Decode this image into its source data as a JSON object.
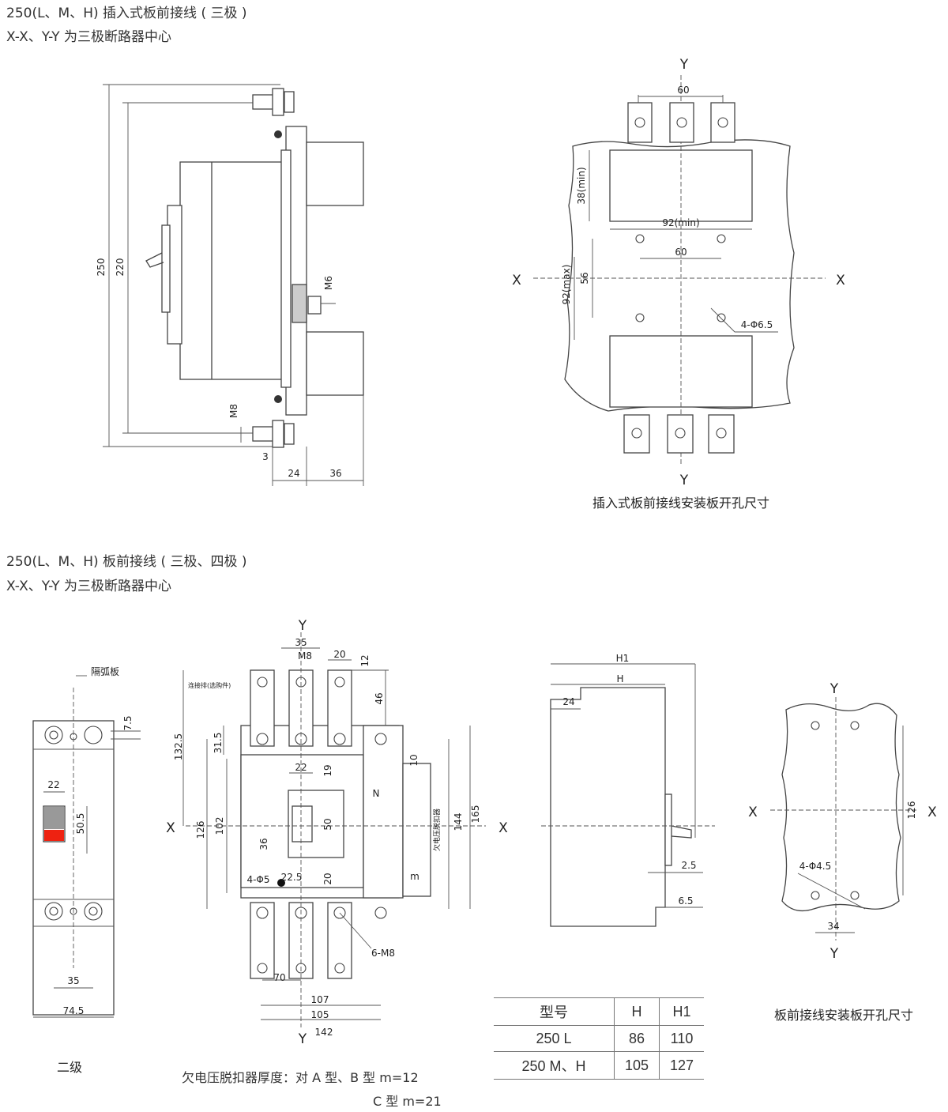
{
  "headers": {
    "top_title": "250(L、M、H) 插入式板前接线 ( 三极 )",
    "top_subtitle": "X-X、Y-Y 为三极断路器中心",
    "mid_title": "250(L、M、H) 板前接线 ( 三极、四极 )",
    "mid_subtitle": "X-X、Y-Y 为三极断路器中心"
  },
  "side_view_plugin": {
    "dims": [
      "250",
      "220",
      "M6",
      "M8",
      "3",
      "24",
      "36"
    ]
  },
  "plugin_panel_cutout": {
    "axis_x": "X",
    "axis_y": "Y",
    "dims": [
      "60",
      "38(min)",
      "92(min)",
      "60",
      "56",
      "92(max)",
      "4-Φ6.5"
    ],
    "caption": "插入式板前接线安装板开孔尺寸"
  },
  "two_pole": {
    "label_arc_plate": "隔弧板",
    "dims": [
      "7.5",
      "22",
      "50.5",
      "35",
      "74.5"
    ],
    "caption": "二级"
  },
  "front_view": {
    "axis_x": "X",
    "axis_y": "Y",
    "label_connector": "连接排(选购件)",
    "label_undervoltage": "欠电压脱扣器",
    "label_n": "N",
    "dims": [
      "35",
      "M8",
      "20",
      "12",
      "46",
      "132.5",
      "31.5",
      "22",
      "19",
      "10",
      "126",
      "102",
      "36",
      "50",
      "144",
      "165",
      "4-Φ5",
      "22.5",
      "20",
      "m",
      "6-M8",
      "70",
      "107",
      "105",
      "142"
    ]
  },
  "side_view_front": {
    "dims": [
      "H1",
      "H",
      "24",
      "2.5",
      "6.5"
    ]
  },
  "front_panel_cutout": {
    "axis_x": "X",
    "axis_y": "Y",
    "dims": [
      "126",
      "4-Φ4.5",
      "34"
    ],
    "caption": "板前接线安装板开孔尺寸"
  },
  "spec_table": {
    "headers": [
      "型号",
      "H",
      "H1"
    ],
    "rows": [
      [
        "250 L",
        "86",
        "110"
      ],
      [
        "250 M、H",
        "105",
        "127"
      ]
    ]
  },
  "notes": {
    "thickness_line1": "欠电压脱扣器厚度：对 A 型、B 型 m=12",
    "thickness_line2": "C 型 m=21"
  }
}
